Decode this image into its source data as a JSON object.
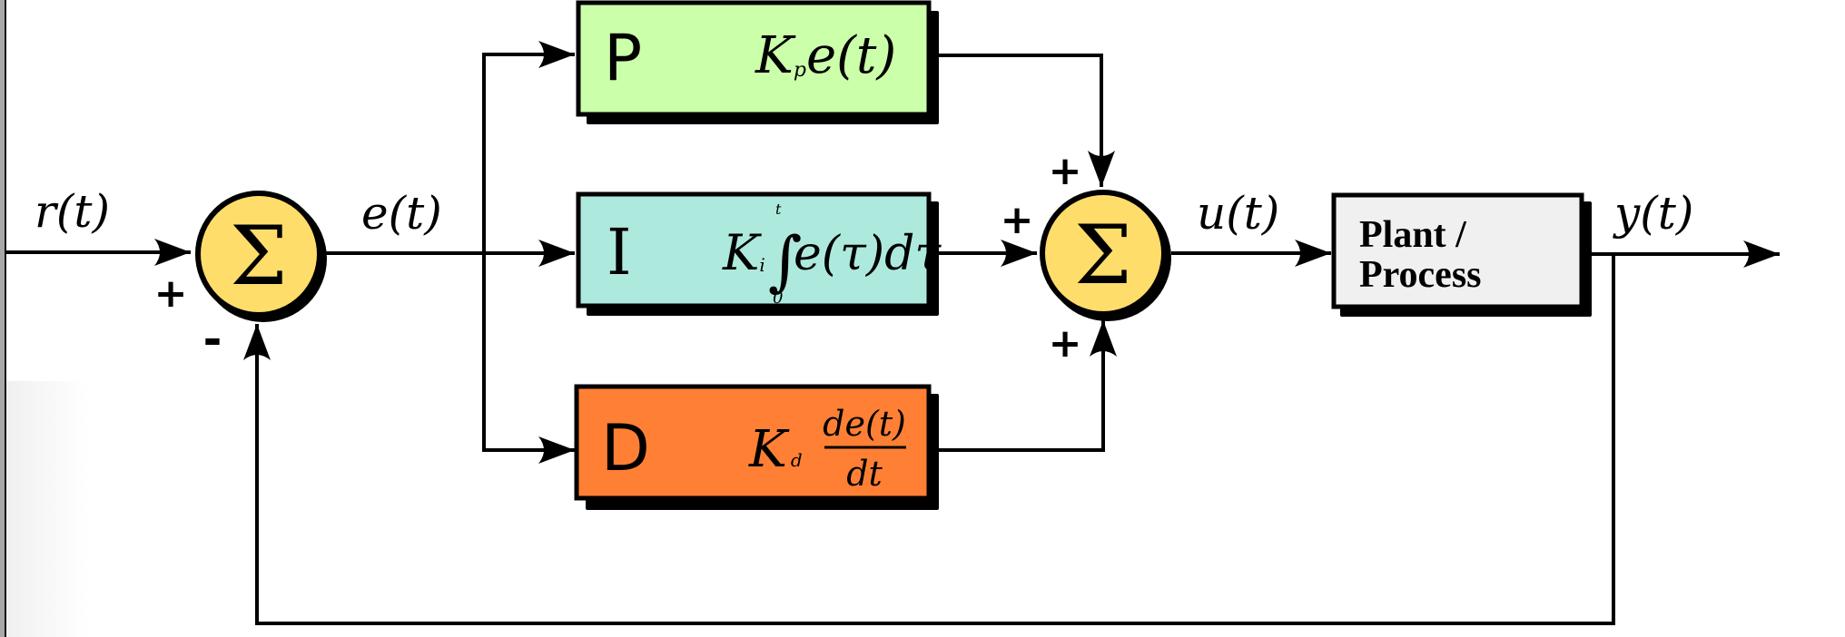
{
  "diagram": {
    "title": "PID controller block diagram",
    "signals": {
      "reference": "r(t)",
      "error": "e(t)",
      "control": "u(t)",
      "output": "y(t)"
    },
    "summers": [
      {
        "id": "error-summer",
        "symbol": "Σ",
        "input_signs": [
          "+",
          "-"
        ]
      },
      {
        "id": "controller-summer",
        "symbol": "Σ",
        "input_signs": [
          "+",
          "+",
          "+"
        ]
      }
    ],
    "blocks": [
      {
        "id": "proportional",
        "letter": "P",
        "gain": "K",
        "gain_sub": "p",
        "expr": "e(t)",
        "color": "#ccffaa"
      },
      {
        "id": "integral",
        "letter": "I",
        "gain": "K",
        "gain_sub": "i",
        "integral_upper": "t",
        "integral_lower": "0",
        "integral_sign": "∫",
        "expr": "e(τ)dτ",
        "color": "#aee9de"
      },
      {
        "id": "derivative",
        "letter": "D",
        "gain": "K",
        "gain_sub": "d",
        "numerator": "de(t)",
        "denominator": "dt",
        "color": "#ff8034"
      }
    ],
    "plant": {
      "line1": "Plant /",
      "line2": "Process",
      "color": "#f0f0f0"
    },
    "summer_color": "#ffdd6b"
  }
}
